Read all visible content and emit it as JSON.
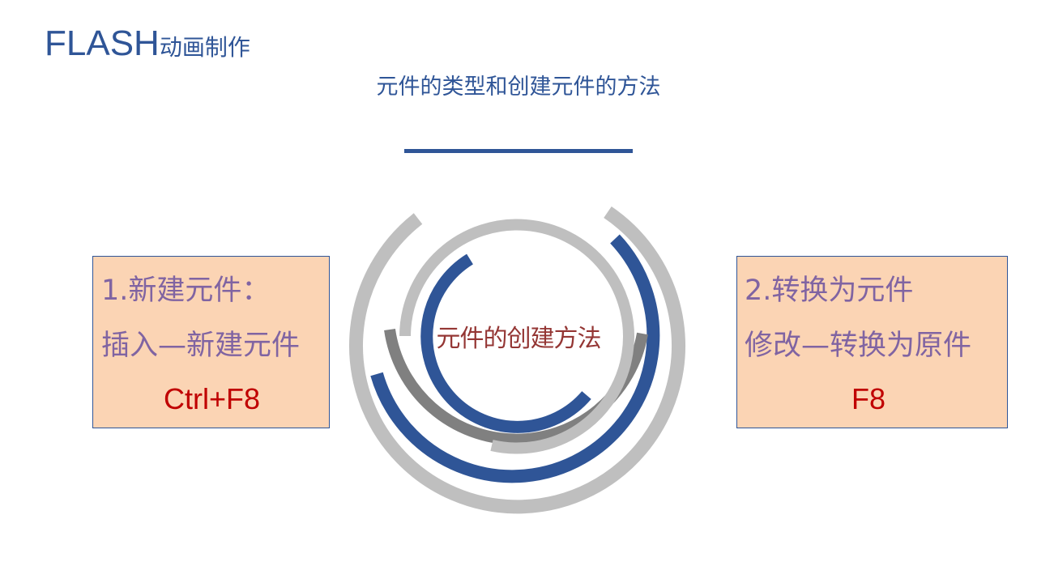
{
  "header": {
    "title_en": "FLASH",
    "title_cn": "动画制作"
  },
  "subtitle": "元件的类型和创建元件的方法",
  "diagram": {
    "center_label": "元件的创建方法",
    "colors": {
      "blue": "#2F5597",
      "light_gray": "#BFBFBF",
      "dark_gray": "#808080",
      "label": "#943634"
    }
  },
  "left_box": {
    "line1": "1.新建元件：",
    "line2": "插入—新建元件",
    "shortcut": "Ctrl+F8",
    "colors": {
      "background": "#FBD4B4",
      "text": "#8064A2",
      "shortcut": "#C00000"
    }
  },
  "right_box": {
    "line1": "2.转换为元件",
    "line2": "修改—转换为原件",
    "shortcut": "F8",
    "colors": {
      "background": "#FBD4B4",
      "text": "#8064A2",
      "shortcut": "#C00000"
    }
  }
}
